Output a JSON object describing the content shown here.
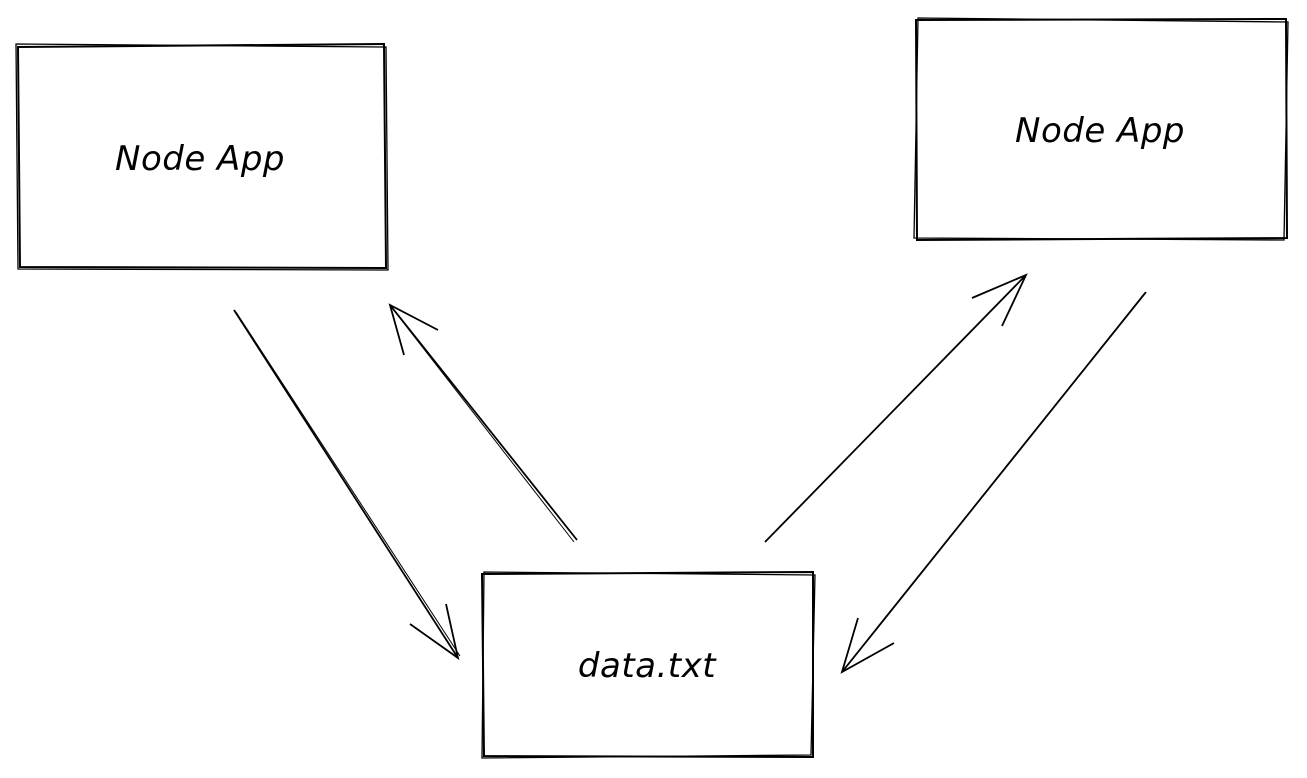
{
  "diagram": {
    "nodes": [
      {
        "id": "node-app-left",
        "label": "Node App"
      },
      {
        "id": "node-app-right",
        "label": "Node App"
      },
      {
        "id": "data-file",
        "label": "data.txt"
      }
    ],
    "edges": [
      {
        "from": "node-app-left",
        "to": "data-file"
      },
      {
        "from": "data-file",
        "to": "node-app-left"
      },
      {
        "from": "data-file",
        "to": "node-app-right"
      },
      {
        "from": "node-app-right",
        "to": "data-file"
      }
    ],
    "stroke_color": "#000000",
    "background_color": "#ffffff"
  }
}
